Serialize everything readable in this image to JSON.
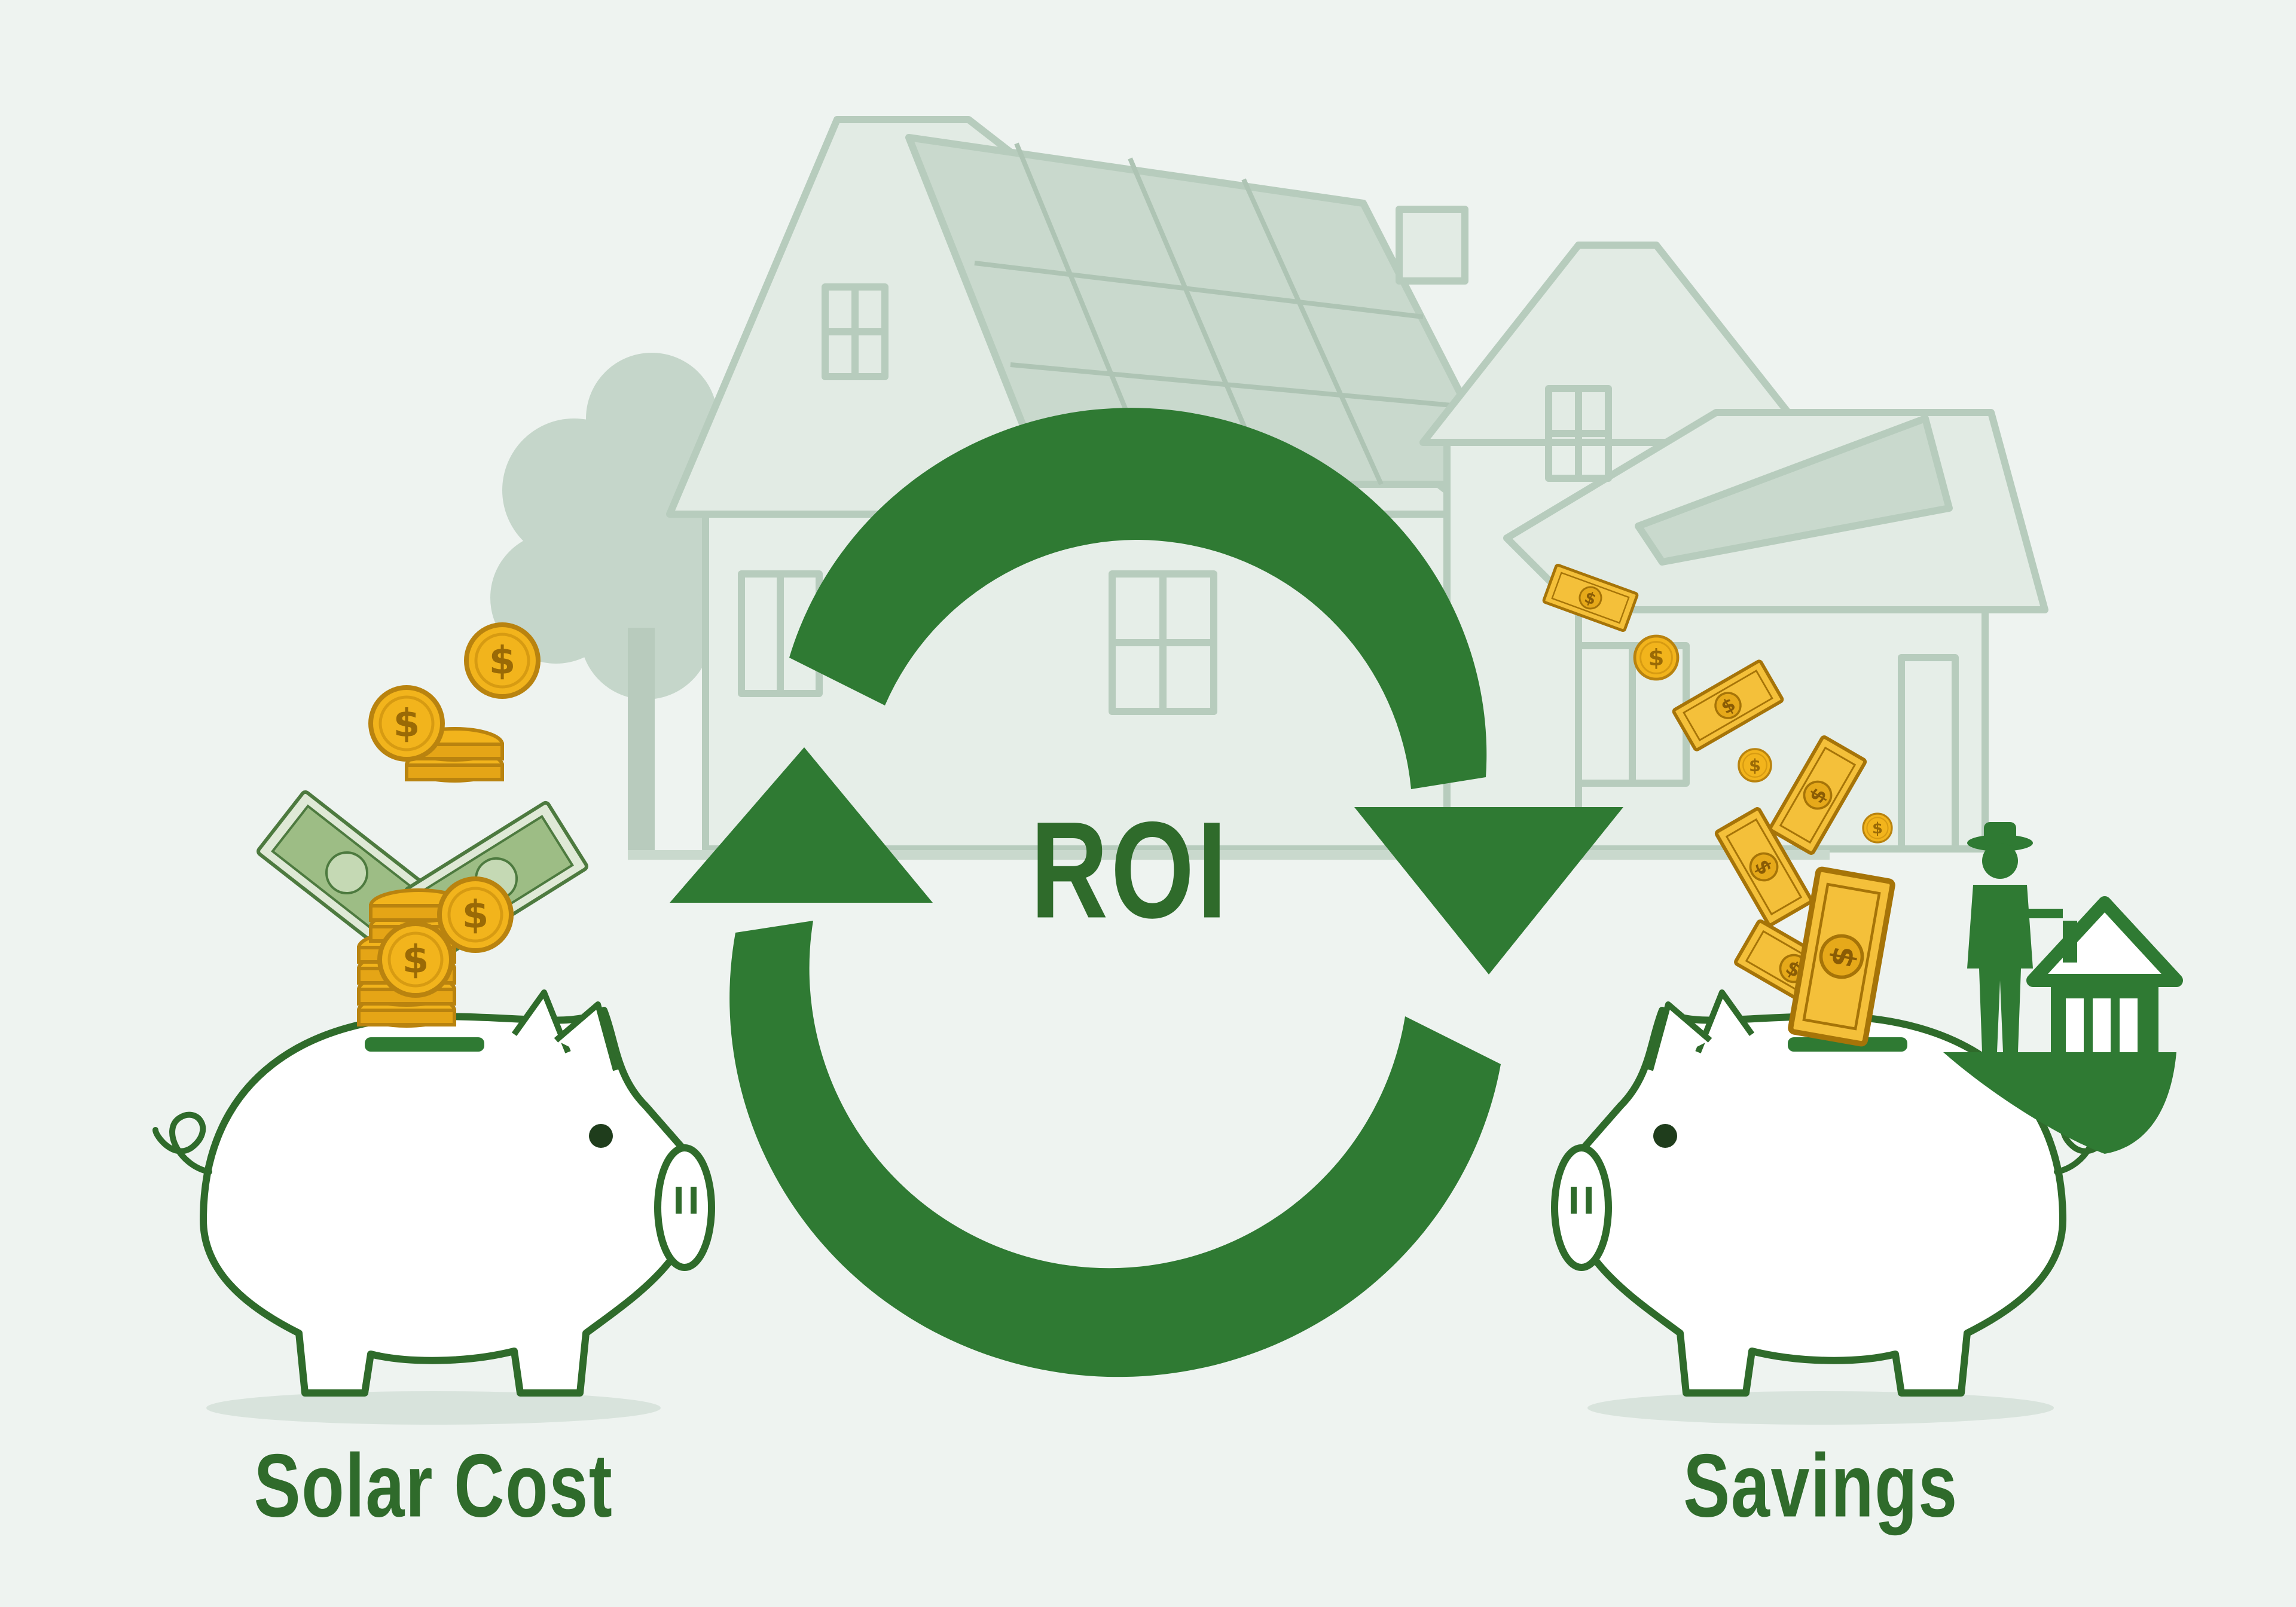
{
  "diagram": {
    "center_label": "ROI",
    "left_label": "Solar Cost",
    "right_label": "Savings"
  },
  "colors": {
    "background": "#eef3f0",
    "arrow_green": "#2f7a33",
    "label_green": "#2f6b2b",
    "house_faded": "#b7ccbd",
    "tree_faded": "#c5d6ca",
    "coin_gold": "#f2b41c",
    "coin_edge": "#b9830f",
    "bill_green": "#7fa86a",
    "piggy_fill": "#ffffff",
    "piggy_outline": "#2f6b2b"
  },
  "icons": {
    "background": "house-with-solar-panels-icon",
    "tree": "tree-icon",
    "left_piggy": "piggy-bank-icon",
    "right_piggy": "piggy-bank-icon",
    "cycle": "cycle-arrows-icon",
    "coins": "dollar-coin-icon",
    "bills": "dollar-bill-icon",
    "person": "person-silhouette-icon",
    "small_house": "house-silhouette-icon"
  }
}
